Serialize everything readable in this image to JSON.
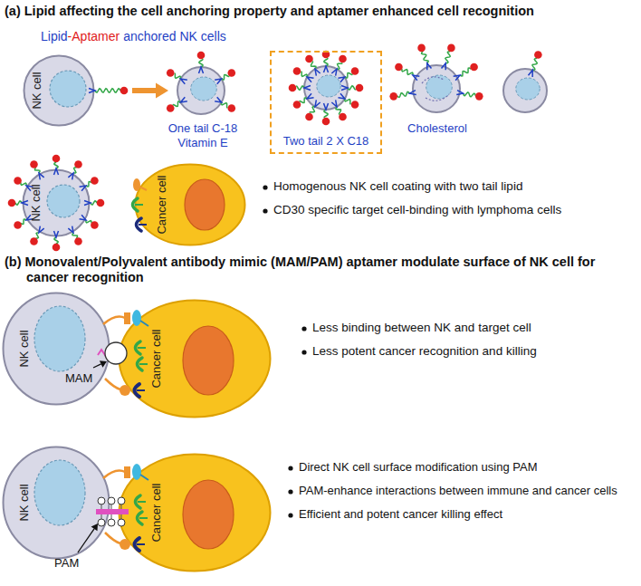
{
  "diagram": {
    "nodes": [
      {
        "text": [
          "NK cell"
        ]
      },
      {
        "text": [
          "Two tail 2 X C18"
        ]
      },
      {
        "text": [
          "NK cell"
        ]
      },
      {
        "text": [
          "Cancer cell"
        ]
      },
      {
        "text": [
          "NK cell"
        ]
      },
      {
        "text": [
          "Cancer cell"
        ]
      },
      {
        "text": [
          "NK cell"
        ]
      },
      {
        "text": [
          "Cancer cell"
        ]
      }
    ],
    "labels": [
      "(a) Lipid affecting the cell anchoring property and aptamer enhanced cell recognition",
      "Lipid",
      "-Aptamer",
      "anchored NK cells",
      "One tail C-18 Vitamin E",
      "Cholesterol",
      "Homogenous NK cell coating with two tail lipid",
      "CD30 specific target cell-binding with lymphoma cells",
      "(b) Monovalent/Polyvalent antibody mimic (MAM/PAM) aptamer modulate surface of NK cell for cancer recognition",
      "MAM",
      "Less binding between NK and target cell",
      "Less potent cancer recognition and killing",
      "PAM",
      "Direct NK cell surface modification using PAM",
      "PAM-enhance interactions between immune and cancer cells",
      "Efficient and potent cancer killing effect"
    ]
  }
}
